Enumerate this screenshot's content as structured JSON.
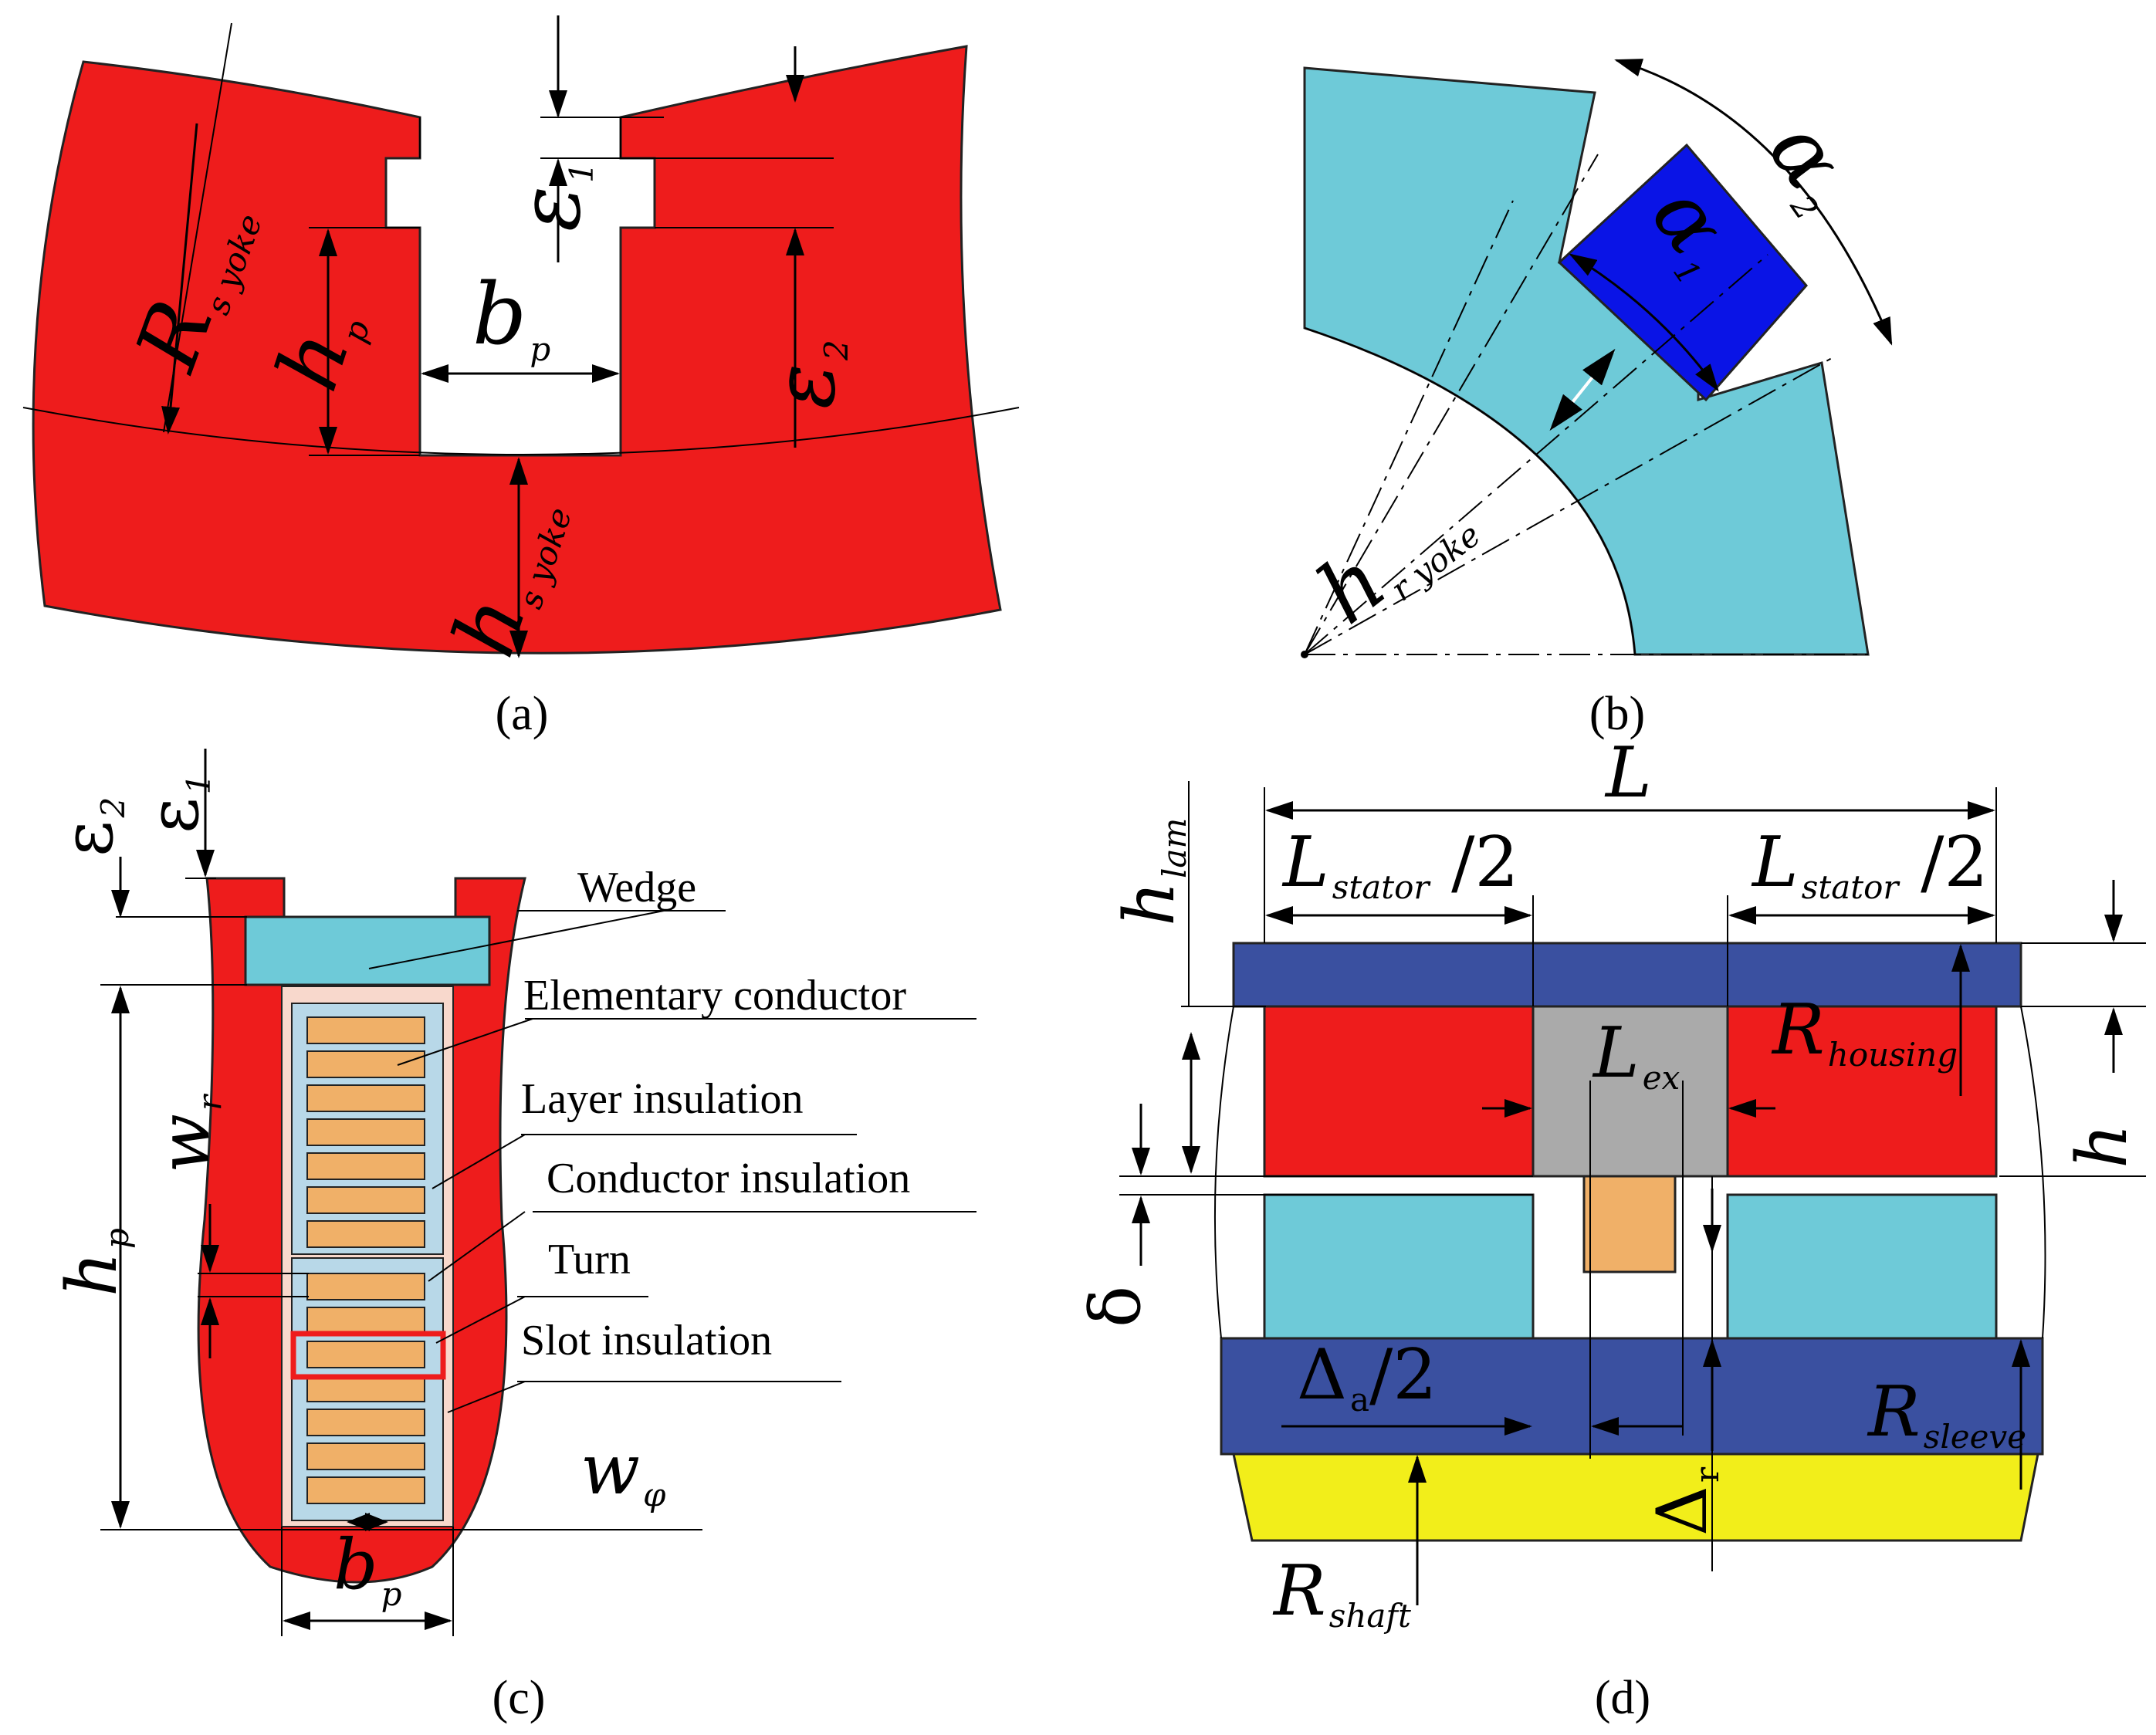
{
  "captions": {
    "a": "(a)",
    "b": "(b)",
    "c": "(c)",
    "d": "(d)"
  },
  "colors": {
    "stator": "#ee1c1c",
    "rotor": "#6ecad8",
    "magnet": "#0a14e6",
    "housing": "#3a50a0",
    "shaft": "#f2ee1a",
    "excitation_coil": "#f0b068",
    "gray_core": "#aaaaaa",
    "slot_insulation": "#f8d8cc"
  },
  "panel_a": {
    "eps1": "ε",
    "eps1_sub": "1",
    "eps2": "ε",
    "eps2_sub": "2",
    "R": "R",
    "R_sub": "s yoke",
    "hp": "h",
    "hp_sub": "p",
    "bp": "b",
    "bp_sub": "p",
    "hs": "h",
    "hs_sub": "s yoke"
  },
  "panel_b": {
    "alpha2": "α",
    "alpha2_sub": "2",
    "alpha1": "α",
    "alpha1_sub": "1",
    "hr": "h",
    "hr_sub": "r yoke"
  },
  "panel_c": {
    "eps2": "ε",
    "eps2_sub": "2",
    "eps1": "ε",
    "eps1_sub": "1",
    "wedge": "Wedge",
    "elementary": "Elementary conductor",
    "layer": "Layer insulation",
    "conductor_ins": "Conductor insulation",
    "turn": "Turn",
    "slot_ins": "Slot insulation",
    "wr": "w",
    "wr_sub": "r",
    "hp": "h",
    "hp_sub": "p",
    "wphi": "w",
    "wphi_sub": "φ",
    "bp": "b",
    "bp_sub": "p"
  },
  "panel_d": {
    "L": "L",
    "hlam": "h",
    "hlam_sub": "lam",
    "lstator_left": "L",
    "lstator_left_sub": "stator",
    "lstator_left_tail": " /2",
    "lstator_right": "L",
    "lstator_right_sub": "stator",
    "lstator_right_tail": " /2",
    "lex": "L",
    "lex_sub": "ex",
    "rhousing": "R",
    "rhousing_sub": "housing",
    "h": "h",
    "delta": "δ",
    "da": "Δ",
    "da_sub": "a",
    "da_tail": "/2",
    "rsleeve": "R",
    "rsleeve_sub": "sleeve",
    "dr": "Δ",
    "dr_sub": "r",
    "rshaft": "R",
    "rshaft_sub": "shaft"
  }
}
